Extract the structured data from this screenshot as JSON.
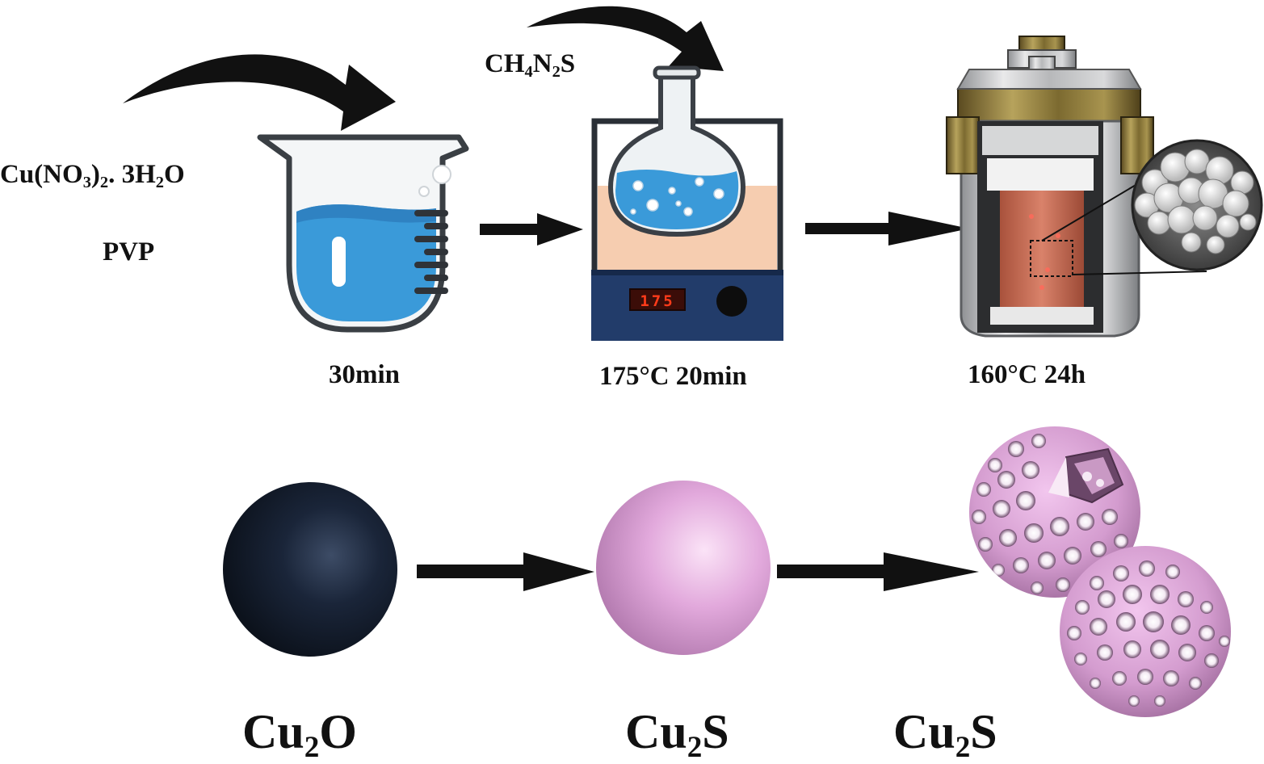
{
  "reagents": {
    "copper_salt": {
      "pre": "Cu(NO",
      "s1": "3",
      "mid": ")",
      "s2": "2",
      "post": ". 3H",
      "s3": "2",
      "end": "O"
    },
    "pvp": "PVP",
    "thiourea": {
      "pre": "CH",
      "s1": "4",
      "mid": "N",
      "s2": "2",
      "end": "S"
    }
  },
  "steps": [
    {
      "condition": "30min"
    },
    {
      "condition": "175°C 20min",
      "display_reading": "175"
    },
    {
      "condition": "160°C 24h"
    }
  ],
  "products": [
    {
      "base": "Cu",
      "sub": "2",
      "end": "O"
    },
    {
      "base": "Cu",
      "sub": "2",
      "end": "S"
    },
    {
      "base": "Cu",
      "sub": "2",
      "end": "S"
    }
  ],
  "colors": {
    "liquid_blue": "#3a9ad9",
    "bath_peach": "#f6cdb0",
    "stirrer_navy": "#223c6a",
    "display_red": "#ff3b1a",
    "cu2o_dark": "#152032",
    "cu2s_pink": "#e6aee0",
    "autoclave_gold": "#8e7a3c"
  }
}
